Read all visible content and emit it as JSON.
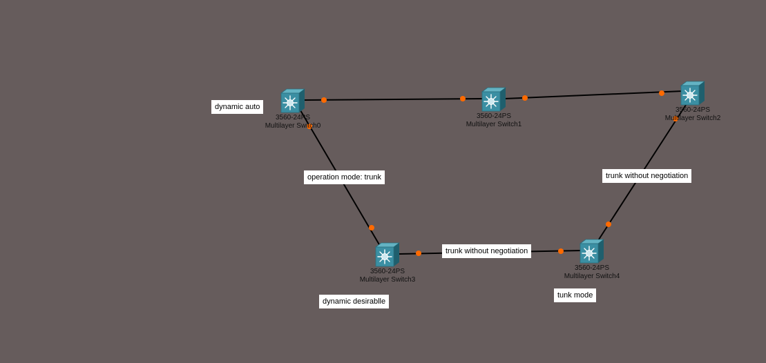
{
  "colors": {
    "background": "#665c5c",
    "link": "#000000",
    "port_dot": "#ff6a00",
    "switch_face": "#3b8fa3",
    "switch_top": "#64b3c3",
    "switch_side": "#1f5f6d"
  },
  "devices": [
    {
      "id": "sw0",
      "model": "3560-24PS",
      "name": "Multilayer Switch0",
      "icon": "multilayer-switch-icon"
    },
    {
      "id": "sw1",
      "model": "3560-24PS",
      "name": "Multilayer Switch1",
      "icon": "multilayer-switch-icon"
    },
    {
      "id": "sw2",
      "model": "3560-24PS",
      "name": "Multilayer Switch2",
      "icon": "multilayer-switch-icon"
    },
    {
      "id": "sw3",
      "model": "3560-24PS",
      "name": "Multilayer Switch3",
      "icon": "multilayer-switch-icon"
    },
    {
      "id": "sw4",
      "model": "3560-24PS",
      "name": "Multilayer Switch4",
      "icon": "multilayer-switch-icon"
    }
  ],
  "links": [
    {
      "from": "sw0",
      "to": "sw1"
    },
    {
      "from": "sw1",
      "to": "sw2"
    },
    {
      "from": "sw0",
      "to": "sw3"
    },
    {
      "from": "sw3",
      "to": "sw4"
    },
    {
      "from": "sw2",
      "to": "sw4"
    }
  ],
  "notes": {
    "sw0_mode": "dynamic auto",
    "link_sw0_sw3": "operation mode: trunk",
    "link_sw2_sw4": "trunk without negotiation",
    "link_sw3_sw4": "trunk without negotiation",
    "sw3_mode": "dynamic desirablle",
    "sw4_mode": "tunk mode"
  }
}
